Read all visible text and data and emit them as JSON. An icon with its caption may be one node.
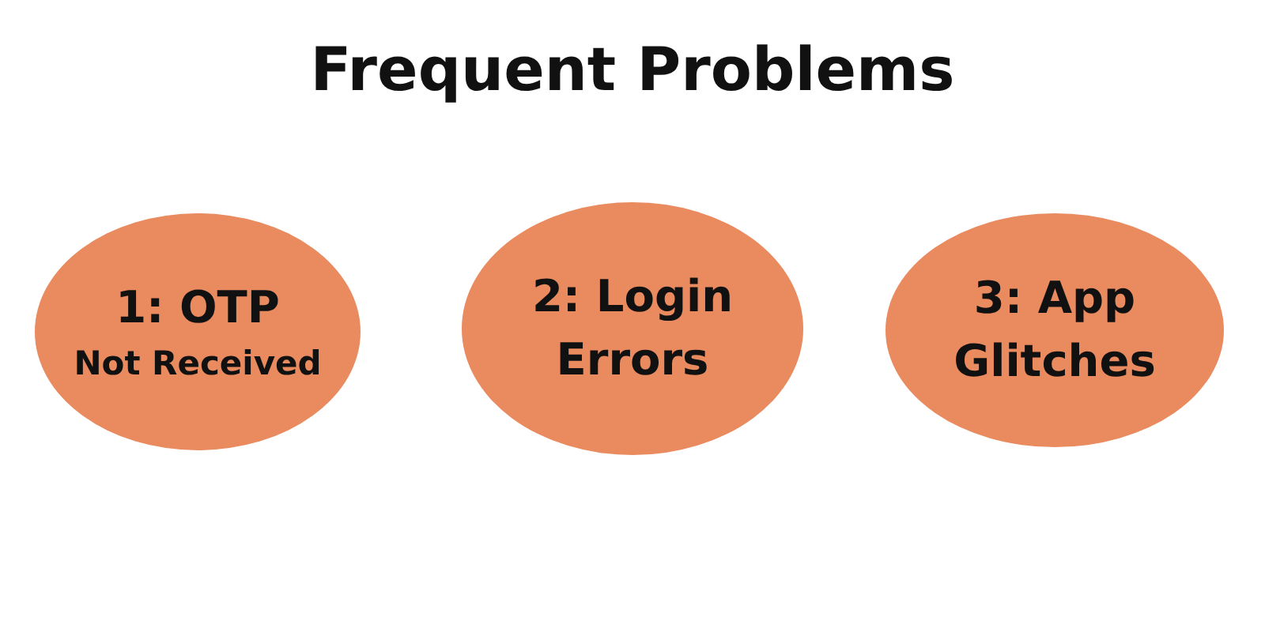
{
  "diagram": {
    "title": "Frequent Problems",
    "nodes": [
      {
        "text": [
          "1: OTP",
          "Not Received"
        ]
      },
      {
        "text": [
          "2: Login Errors"
        ]
      },
      {
        "text": [
          "3: App Glitches"
        ]
      }
    ]
  }
}
